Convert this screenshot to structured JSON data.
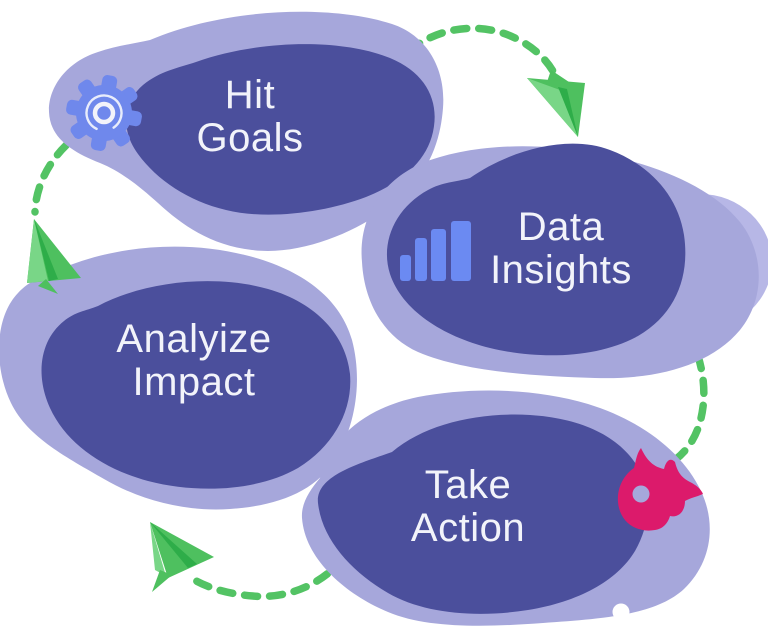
{
  "diagram": {
    "name": "growth-cycle-diagram",
    "sequence": [
      "Hit Goals",
      "Data Insights",
      "Take Action",
      "Analyize Impact"
    ],
    "nodes": [
      {
        "id": "hit-goals",
        "line1": "Hit",
        "line2": "Goals",
        "icon": "gear-icon"
      },
      {
        "id": "data-insights",
        "line1": "Data",
        "line2": "Insights",
        "icon": "bar-chart-icon"
      },
      {
        "id": "analyize-impact",
        "line1": "Analyize",
        "line2": "Impact",
        "icon": ""
      },
      {
        "id": "take-action",
        "line1": "Take",
        "line2": "Action",
        "icon": "comet-icon"
      }
    ],
    "connectors": [
      "hit-goals-to-data-insights",
      "data-insights-to-take-action",
      "take-action-to-analyize-impact",
      "analyize-impact-to-hit-goals"
    ],
    "colors": {
      "blob_dark": "#4B4F9C",
      "blob_light": "#A6A7DB",
      "blob_light_pale": "#B7B7E6",
      "arrow_green": "#53C364",
      "plane_green": "#4EC05F",
      "plane_green_light": "#79D687",
      "plane_green_dark": "#2EAD49",
      "accent_pink": "#DC1A6B",
      "icon_blue": "#6F88EC",
      "chart_blue": "#6B8AF2",
      "label_text": "#F2F3FA",
      "dot_white": "#FFFFFF"
    }
  }
}
